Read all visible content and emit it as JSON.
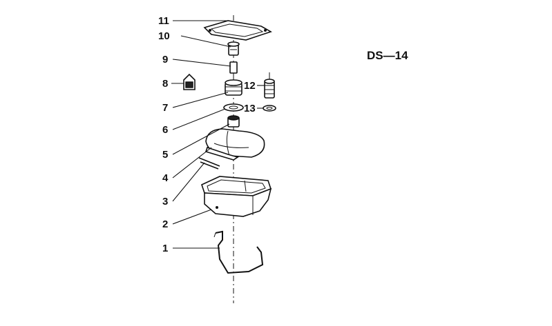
{
  "diagram": {
    "code": "DS—14",
    "callouts": [
      {
        "id": "c1",
        "label": "1"
      },
      {
        "id": "c2",
        "label": "2"
      },
      {
        "id": "c3",
        "label": "3"
      },
      {
        "id": "c4",
        "label": "4"
      },
      {
        "id": "c5",
        "label": "5"
      },
      {
        "id": "c6",
        "label": "6"
      },
      {
        "id": "c7",
        "label": "7"
      },
      {
        "id": "c8",
        "label": "8"
      },
      {
        "id": "c9",
        "label": "9"
      },
      {
        "id": "c10",
        "label": "10"
      },
      {
        "id": "c11",
        "label": "11"
      },
      {
        "id": "c12",
        "label": "12"
      },
      {
        "id": "c13",
        "label": "13"
      }
    ]
  }
}
